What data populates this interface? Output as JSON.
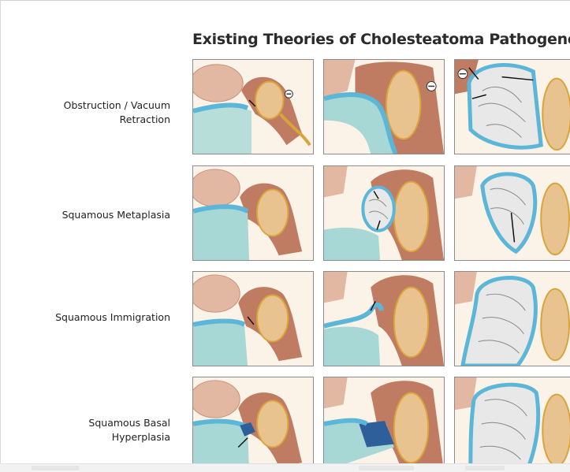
{
  "title": "Existing Theories of Cholesteatoma Pathogenesis",
  "rows": [
    {
      "label_lines": [
        "Obstruction / Vacuum",
        "Retraction"
      ]
    },
    {
      "label_lines": [
        "Squamous Metaplasia"
      ]
    },
    {
      "label_lines": [
        "Squamous Immigration"
      ]
    },
    {
      "label_lines": [
        "Squamous Basal",
        "Hyperplasia"
      ]
    }
  ],
  "colors": {
    "background": "#fbf3e8",
    "skin": "#e9c9a6",
    "ossicle": "#e8c38f",
    "ossicle_outline": "#d9a43a",
    "mucosa": "#c07b63",
    "blue_layer": "#5bb6d8",
    "teal_canal": "#a8d8d6",
    "cholesteatoma": "#e8e8e8",
    "basal_dark": "#2f5f9a"
  },
  "icons": [
    "minus-sign-icon",
    "arrow-icon"
  ]
}
